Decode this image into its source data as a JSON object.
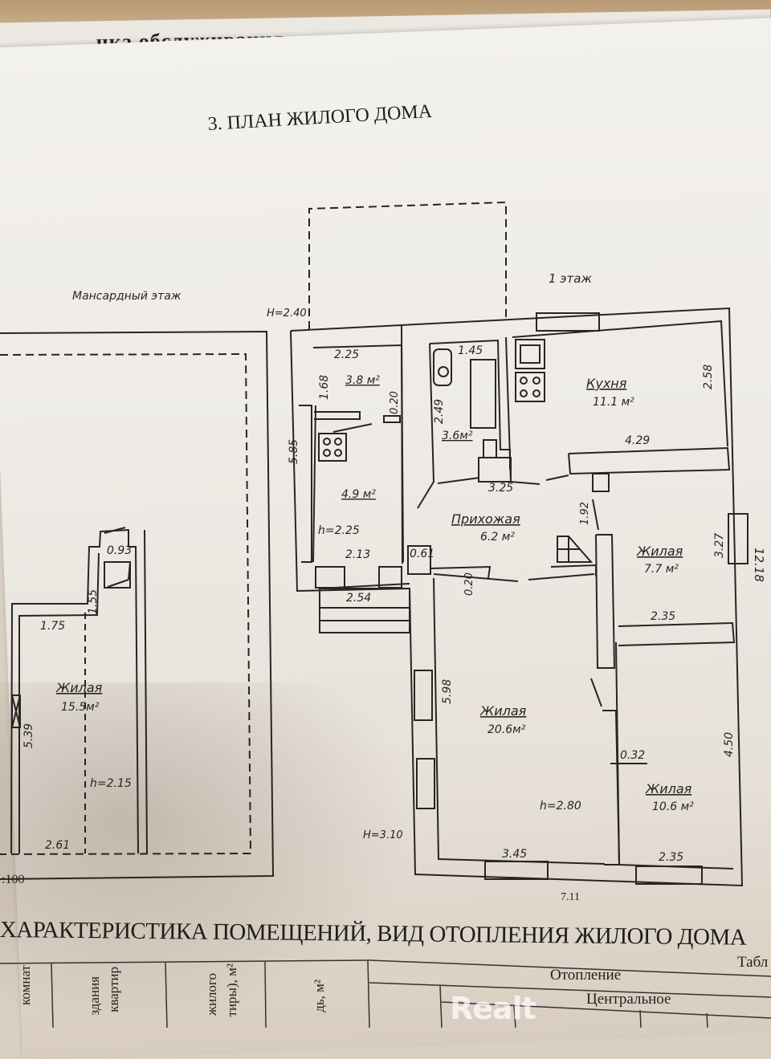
{
  "document": {
    "overlapped_page_fragment": "чка обслуживания",
    "section_title": "3. ПЛАН ЖИЛОГО ДОМА",
    "scale_fragment": ":100",
    "next_section_title": "ХАРАКТЕРИСТИКА ПОМЕЩЕНИЙ, ВИД ОТОПЛЕНИЯ ЖИЛОГО ДОМА",
    "table_label_fragment": "Табл",
    "watermark": "Realt"
  },
  "attic_floor": {
    "label": "Мансардный этаж",
    "room": {
      "name": "Жилая",
      "area": "15.5м²",
      "height": "h=2.15"
    },
    "dimensions": {
      "stair_width": "0.93",
      "stair_length": "1.55",
      "top_width": "1.75",
      "length": "5.39",
      "bottom_width": "2.61"
    }
  },
  "first_floor": {
    "label": "1 этаж",
    "annex_height": "H=2.40",
    "main_height": "H=3.10",
    "rooms": [
      {
        "id": "storage",
        "area": "3.8 м²",
        "width": "2.25",
        "depth": "1.68",
        "wall": "0.20"
      },
      {
        "id": "annex-kitchen",
        "area": "4.9 м²",
        "height": "h=2.25",
        "width": "2.13",
        "outer_length": "5.85",
        "porch": "2.54"
      },
      {
        "id": "bathroom",
        "area": "3.6м²",
        "width": "1.45",
        "length": "2.49"
      },
      {
        "id": "kitchen",
        "name": "Кухня",
        "area": "11.1 м²",
        "width": "4.29",
        "depth": "2.58"
      },
      {
        "id": "hallway",
        "name": "Прихожая",
        "area": "6.2 м²",
        "width": "3.25",
        "door_wall": "0.61",
        "wall": "0.20",
        "depth": "1.92"
      },
      {
        "id": "living-small",
        "name": "Жилая",
        "area": "7.7 м²",
        "width": "2.35",
        "depth": "3.27"
      },
      {
        "id": "living-large",
        "name": "Жилая",
        "area": "20.6м²",
        "height": "h=2.80",
        "width": "3.45",
        "length": "5.98"
      },
      {
        "id": "living-right",
        "name": "Жилая",
        "area": "10.6 м²",
        "width": "2.35",
        "length": "4.50",
        "partition": "0.32"
      }
    ],
    "overall": {
      "width": "7.11",
      "length": "12.18"
    }
  },
  "table_header": {
    "col1": "комнат",
    "col2a": "здания",
    "col2b": "квартир",
    "col3a": "жилого",
    "col3b": "тиры), м²",
    "col4": "дь, м²",
    "heating": "Отопление",
    "heating_type": "Центральное"
  }
}
